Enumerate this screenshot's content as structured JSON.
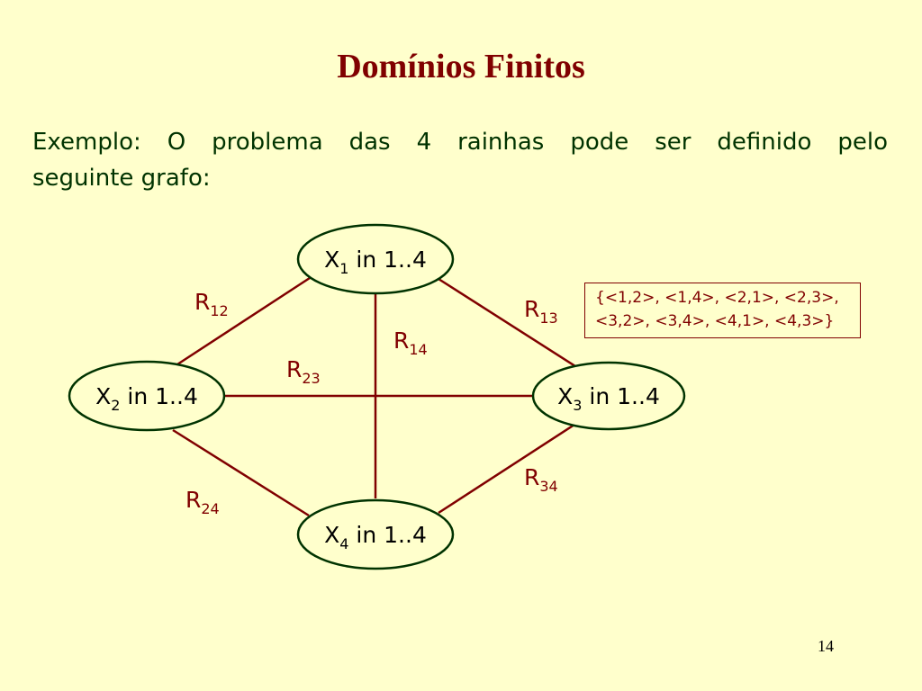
{
  "slide": {
    "title": "Domínios Finitos",
    "intro_line1": "Exemplo: O problema das 4 rainhas pode ser definido pelo",
    "intro_line2": "seguinte grafo:",
    "page_number": "14"
  },
  "nodes": [
    {
      "var": "X",
      "sub": "1",
      "domain": " in 1..4"
    },
    {
      "var": "X",
      "sub": "2",
      "domain": " in 1..4"
    },
    {
      "var": "X",
      "sub": "3",
      "domain": " in 1..4"
    },
    {
      "var": "X",
      "sub": "4",
      "domain": " in 1..4"
    }
  ],
  "relations": [
    {
      "name": "R",
      "sub": "12"
    },
    {
      "name": "R",
      "sub": "13"
    },
    {
      "name": "R",
      "sub": "14"
    },
    {
      "name": "R",
      "sub": "23"
    },
    {
      "name": "R",
      "sub": "24"
    },
    {
      "name": "R",
      "sub": "34"
    }
  ],
  "tuples_line1": "{<1,2>, <1,4>, <2,1>, <2,3>,",
  "tuples_line2": "<3,2>, <3,4>, <4,1>, <4,3>}",
  "colors": {
    "background": "#FFFFCC",
    "title": "#800000",
    "text": "#003300",
    "edge": "#800000",
    "node_border": "#003300"
  }
}
